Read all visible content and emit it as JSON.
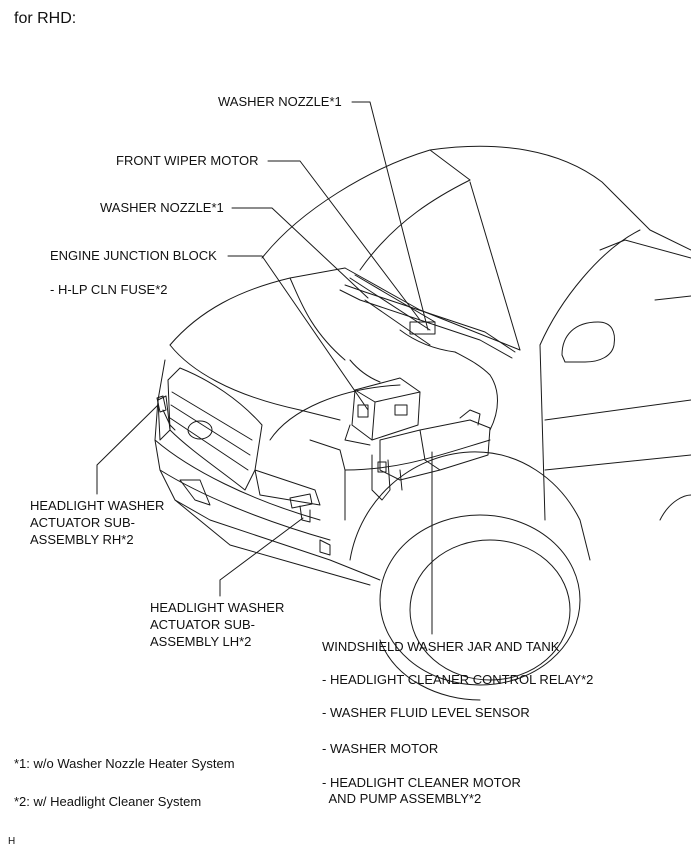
{
  "heading": "for RHD:",
  "labels": {
    "washer_nozzle_top": "WASHER NOZZLE*1",
    "front_wiper_motor": "FRONT WIPER MOTOR",
    "washer_nozzle_mid": "WASHER NOZZLE*1",
    "engine_junction_block": "ENGINE JUNCTION BLOCK",
    "hlp_cln_fuse": "- H-LP CLN FUSE*2",
    "hl_washer_rh": "HEADLIGHT WASHER\nACTUATOR SUB-\nASSEMBLY RH*2",
    "hl_washer_lh": "HEADLIGHT WASHER\nACTUATOR SUB-\nASSEMBLY LH*2",
    "windshield_jar": "WINDSHIELD WASHER JAR AND TANK",
    "hl_cleaner_relay": "- HEADLIGHT CLEANER CONTROL RELAY*2",
    "fluid_level_sensor": "- WASHER FLUID LEVEL SENSOR",
    "washer_motor": "- WASHER MOTOR",
    "hl_cleaner_motor": "- HEADLIGHT CLEANER MOTOR\n  AND PUMP ASSEMBLY*2"
  },
  "footnotes": {
    "note1": "*1: w/o Washer Nozzle Heater System",
    "note2": "*2: w/ Headlight Cleaner System"
  },
  "figure_code": "H"
}
